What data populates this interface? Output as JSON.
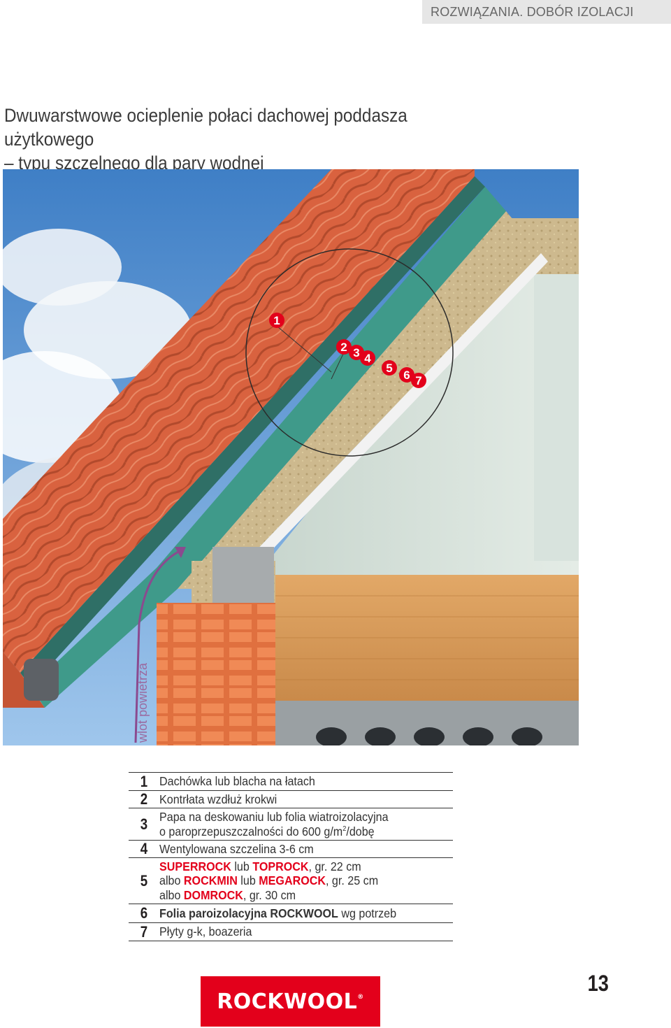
{
  "header": {
    "section": "ROZWIĄZANIA. DOBÓR IZOLACJI"
  },
  "title": {
    "line1": "Dwuwarstwowe ocieplenie połaci dachowej poddasza użytkowego",
    "line2": "– typu szczelnego dla pary wodnej"
  },
  "illustration": {
    "air_inlet_label": "wlot powietrza",
    "callouts": [
      "1",
      "2",
      "3",
      "4",
      "5",
      "6",
      "7"
    ]
  },
  "legend": [
    {
      "num": "1",
      "text": "Dachówka lub blacha na łatach"
    },
    {
      "num": "2",
      "text": "Kontrłata wzdłuż krokwi"
    },
    {
      "num": "3",
      "line1": "Papa na deskowaniu lub folia wiatroizolacyjna",
      "line2a": "o paroprzepuszczalności do 600 g/m",
      "sup": "2",
      "line2b": "/dobę"
    },
    {
      "num": "4",
      "text": "Wentylowana szczelina 3-6 cm"
    },
    {
      "num": "5",
      "p1": "SUPERROCK",
      "p2": " lub ",
      "p3": "TOPROCK",
      "p4": ", gr. 22 cm",
      "p5": "albo ",
      "p6": "ROCKMIN",
      "p7": " lub ",
      "p8": "MEGAROCK",
      "p9": ", gr. 25 cm",
      "p10": "albo ",
      "p11": "DOMROCK",
      "p12": ", gr. 30 cm"
    },
    {
      "num": "6",
      "bold": "Folia paroizolacyjna ROCKWOOL",
      "rest": " wg potrzeb"
    },
    {
      "num": "7",
      "text": "Płyty g-k, boazeria"
    }
  ],
  "page_number": "13",
  "logo": {
    "text": "ROCKWOOL",
    "mark": "®"
  },
  "colors": {
    "brand_red": "#e3001b",
    "tile": "#d9623f",
    "wool": "#c9b48a"
  }
}
